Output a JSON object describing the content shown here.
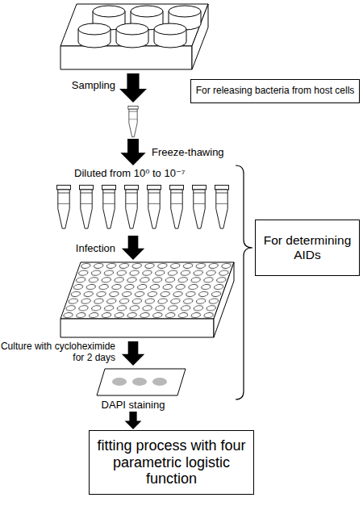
{
  "diagram": {
    "nodes": [
      {
        "text": [
          "For releasing bacteria from host cells"
        ]
      },
      {
        "text": [
          "For determining AIDs"
        ]
      },
      {
        "text": [
          "fitting process with four parametric logistic function"
        ]
      }
    ],
    "labels": [
      "Sampling",
      "Freeze-thawing",
      "Diluted from 10⁰ to 10⁻⁷",
      "Infection",
      "Culture with cycloheximide for 2 days",
      "DAPI staining"
    ]
  }
}
